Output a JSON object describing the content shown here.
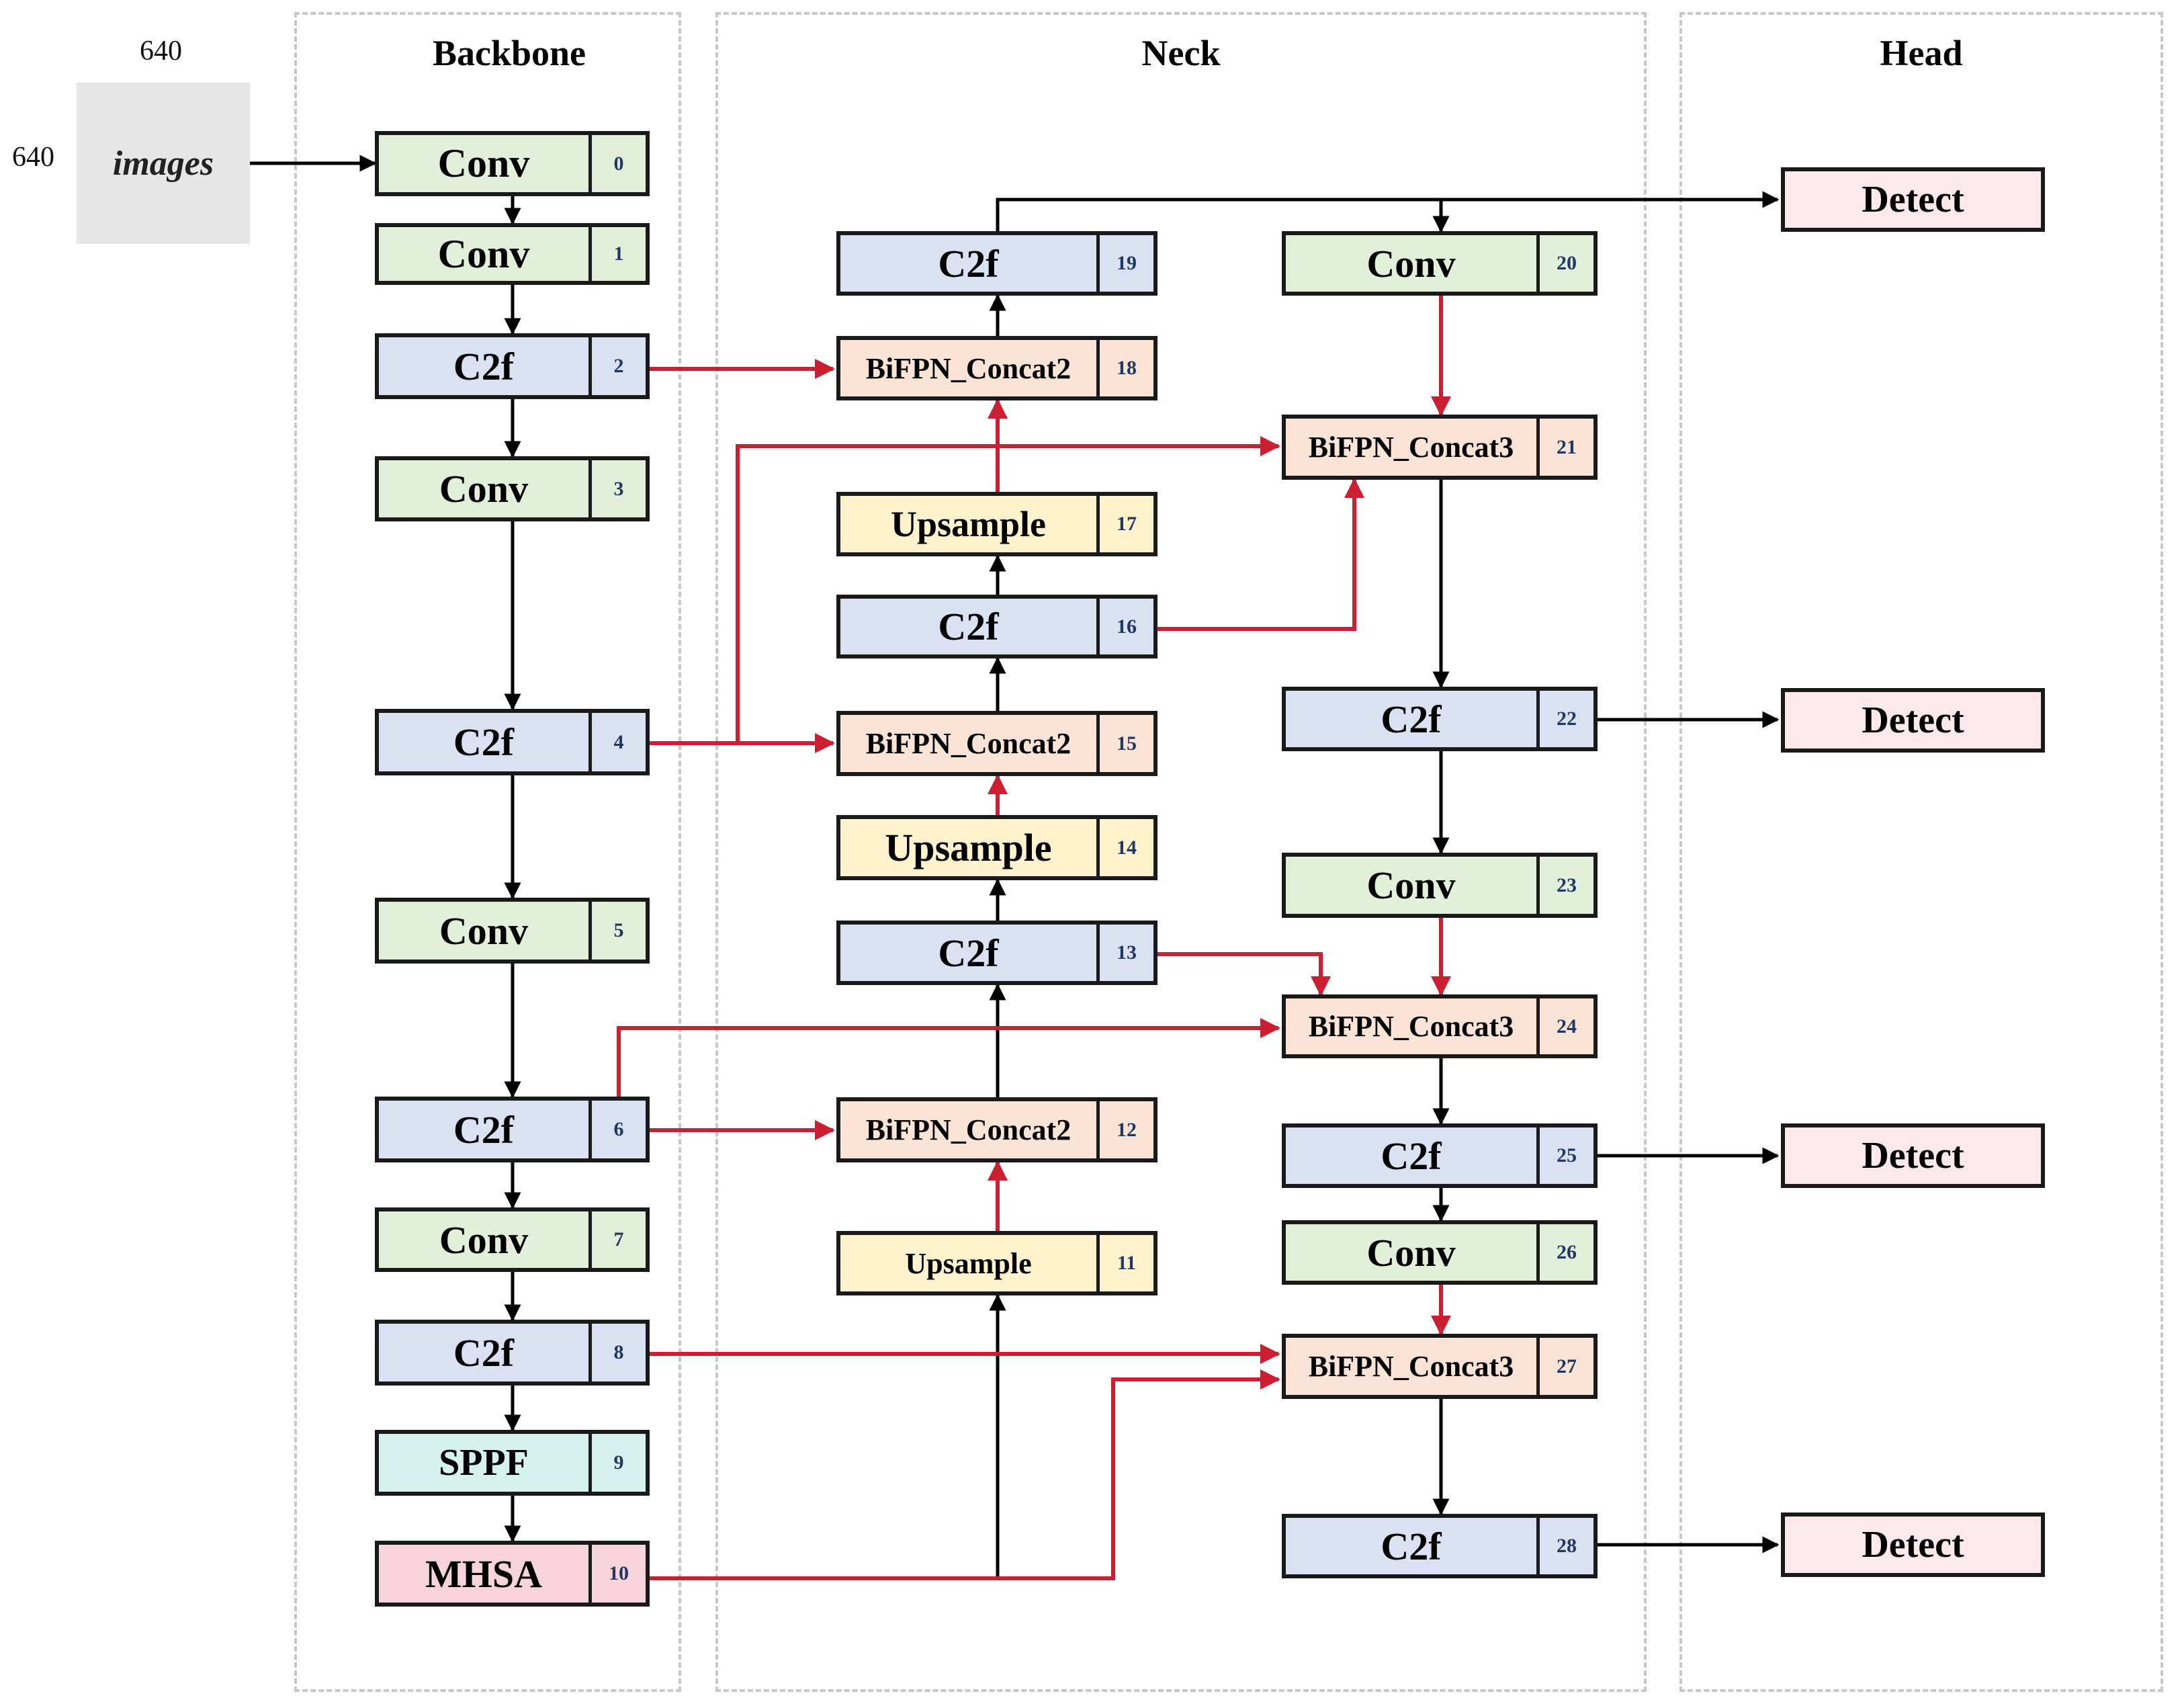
{
  "input": {
    "label": "images",
    "width_label": "640",
    "height_label": "640"
  },
  "panels": {
    "backbone": "Backbone",
    "neck": "Neck",
    "head": "Head"
  },
  "detect_label": "Detect",
  "colors": {
    "conv": "#e2efd9",
    "c2f": "#d9e1f2",
    "concat": "#fbe4d5",
    "upsample": "#fff2cc",
    "sppf": "#d5f2ee",
    "mhsa": "#f7d4dc",
    "detect": "#fde9ec",
    "arrow_black": "#000000",
    "arrow_red": "#cc1f32"
  },
  "modules": [
    {
      "id": "m0",
      "name": "Conv",
      "index": "0",
      "type": "conv"
    },
    {
      "id": "m1",
      "name": "Conv",
      "index": "1",
      "type": "conv"
    },
    {
      "id": "m2",
      "name": "C2f",
      "index": "2",
      "type": "c2f"
    },
    {
      "id": "m3",
      "name": "Conv",
      "index": "3",
      "type": "conv"
    },
    {
      "id": "m4",
      "name": "C2f",
      "index": "4",
      "type": "c2f"
    },
    {
      "id": "m5",
      "name": "Conv",
      "index": "5",
      "type": "conv"
    },
    {
      "id": "m6",
      "name": "C2f",
      "index": "6",
      "type": "c2f"
    },
    {
      "id": "m7",
      "name": "Conv",
      "index": "7",
      "type": "conv"
    },
    {
      "id": "m8",
      "name": "C2f",
      "index": "8",
      "type": "c2f"
    },
    {
      "id": "m9",
      "name": "SPPF",
      "index": "9",
      "type": "sppf"
    },
    {
      "id": "m10",
      "name": "MHSA",
      "index": "10",
      "type": "mhsa"
    },
    {
      "id": "m11",
      "name": "Upsample",
      "index": "11",
      "type": "upsample"
    },
    {
      "id": "m12",
      "name": "BiFPN_Concat2",
      "index": "12",
      "type": "concat"
    },
    {
      "id": "m13",
      "name": "C2f",
      "index": "13",
      "type": "c2f"
    },
    {
      "id": "m14",
      "name": "Upsample",
      "index": "14",
      "type": "upsample"
    },
    {
      "id": "m15",
      "name": "BiFPN_Concat2",
      "index": "15",
      "type": "concat"
    },
    {
      "id": "m16",
      "name": "C2f",
      "index": "16",
      "type": "c2f"
    },
    {
      "id": "m17",
      "name": "Upsample",
      "index": "17",
      "type": "upsample"
    },
    {
      "id": "m18",
      "name": "BiFPN_Concat2",
      "index": "18",
      "type": "concat"
    },
    {
      "id": "m19",
      "name": "C2f",
      "index": "19",
      "type": "c2f"
    },
    {
      "id": "m20",
      "name": "Conv",
      "index": "20",
      "type": "conv"
    },
    {
      "id": "m21",
      "name": "BiFPN_Concat3",
      "index": "21",
      "type": "concat"
    },
    {
      "id": "m22",
      "name": "C2f",
      "index": "22",
      "type": "c2f"
    },
    {
      "id": "m23",
      "name": "Conv",
      "index": "23",
      "type": "conv"
    },
    {
      "id": "m24",
      "name": "BiFPN_Concat3",
      "index": "24",
      "type": "concat"
    },
    {
      "id": "m25",
      "name": "C2f",
      "index": "25",
      "type": "c2f"
    },
    {
      "id": "m26",
      "name": "Conv",
      "index": "26",
      "type": "conv"
    },
    {
      "id": "m27",
      "name": "BiFPN_Concat3",
      "index": "27",
      "type": "concat"
    },
    {
      "id": "m28",
      "name": "C2f",
      "index": "28",
      "type": "c2f"
    }
  ],
  "detect_heads": [
    {
      "id": "d1"
    },
    {
      "id": "d2"
    },
    {
      "id": "d3"
    },
    {
      "id": "d4"
    }
  ]
}
